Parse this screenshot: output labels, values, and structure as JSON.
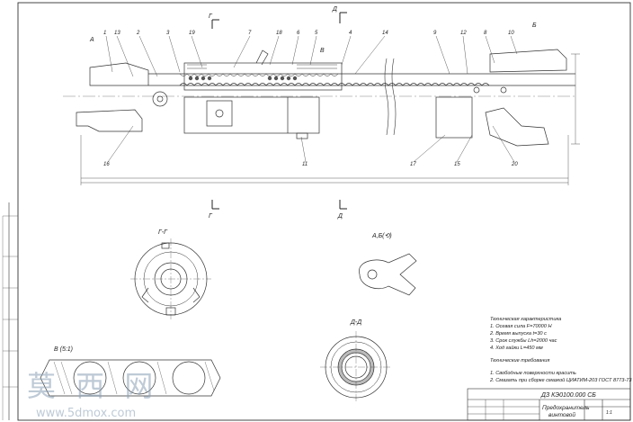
{
  "sheet": {
    "section_marks": [
      "Г",
      "Д",
      "Г",
      "Д",
      "А",
      "Б",
      "В"
    ],
    "view_titles": {
      "gg": "Г-Г",
      "ab": "А,Б(⟲)",
      "dd": "Д-Д",
      "b": "В (5:1)"
    },
    "balloons": [
      "1",
      "13",
      "2",
      "3",
      "19",
      "7",
      "18",
      "6",
      "5",
      "4",
      "14",
      "9",
      "12",
      "8",
      "10",
      "16",
      "11",
      "17",
      "15",
      "20"
    ]
  },
  "notes": {
    "tech_title": "Техническая характеристика",
    "tech_items": [
      "1. Осевая сила F=70000 Н",
      "2. Время выпуска t=30 с",
      "3. Срок службы Lh=2000 час",
      "4. Ход гайки L=450 мм"
    ],
    "req_title": "Технические требования",
    "req_items": [
      "1. Свободные поверхности красить",
      "2. Смазать при сборке смазкой ЦИАТИМ-203 ГОСТ 8773-73"
    ]
  },
  "title_block": {
    "designation": "ДЗ КЭ0100.000 СБ",
    "name_line1": "Предохранитель",
    "name_line2": "винтовой",
    "scale": "1:1"
  },
  "watermark": {
    "chars": "莫 西 网",
    "url": "www.5dmox.com"
  }
}
